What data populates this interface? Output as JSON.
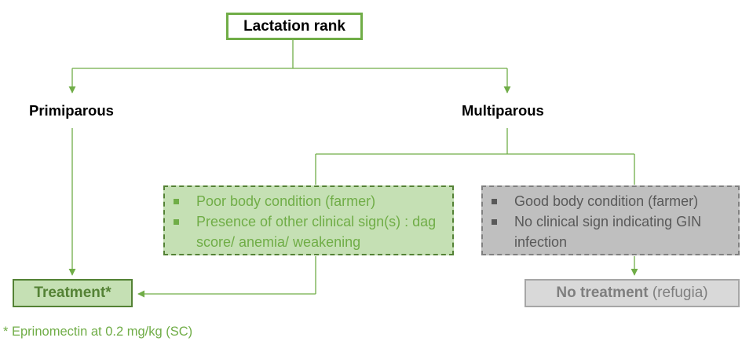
{
  "root": {
    "label": "Lactation rank"
  },
  "branches": {
    "left": {
      "label": "Primiparous"
    },
    "right": {
      "label": "Multiparous"
    }
  },
  "conditions": {
    "poor": {
      "items": [
        "Poor body condition (farmer)",
        "Presence of other clinical sign(s) : dag score/ anemia/ weakening"
      ]
    },
    "good": {
      "items": [
        "Good body condition (farmer)",
        "No clinical sign indicating GIN infection"
      ]
    }
  },
  "outcomes": {
    "treatment": {
      "label": "Treatment*"
    },
    "no_treatment": {
      "label_bold": "No treatment",
      "label_rest": " (refugia)"
    }
  },
  "footnote": "* Eprinomectin at 0.2 mg/kg (SC)",
  "colors": {
    "green_line": "#70ad47",
    "green_fill": "#c5e0b4",
    "green_dark": "#548235",
    "grey_fill": "#bfbfbf",
    "grey_text": "#595959",
    "light_grey_fill": "#d9d9d9",
    "outcome_grey_text": "#7f7f7f"
  }
}
